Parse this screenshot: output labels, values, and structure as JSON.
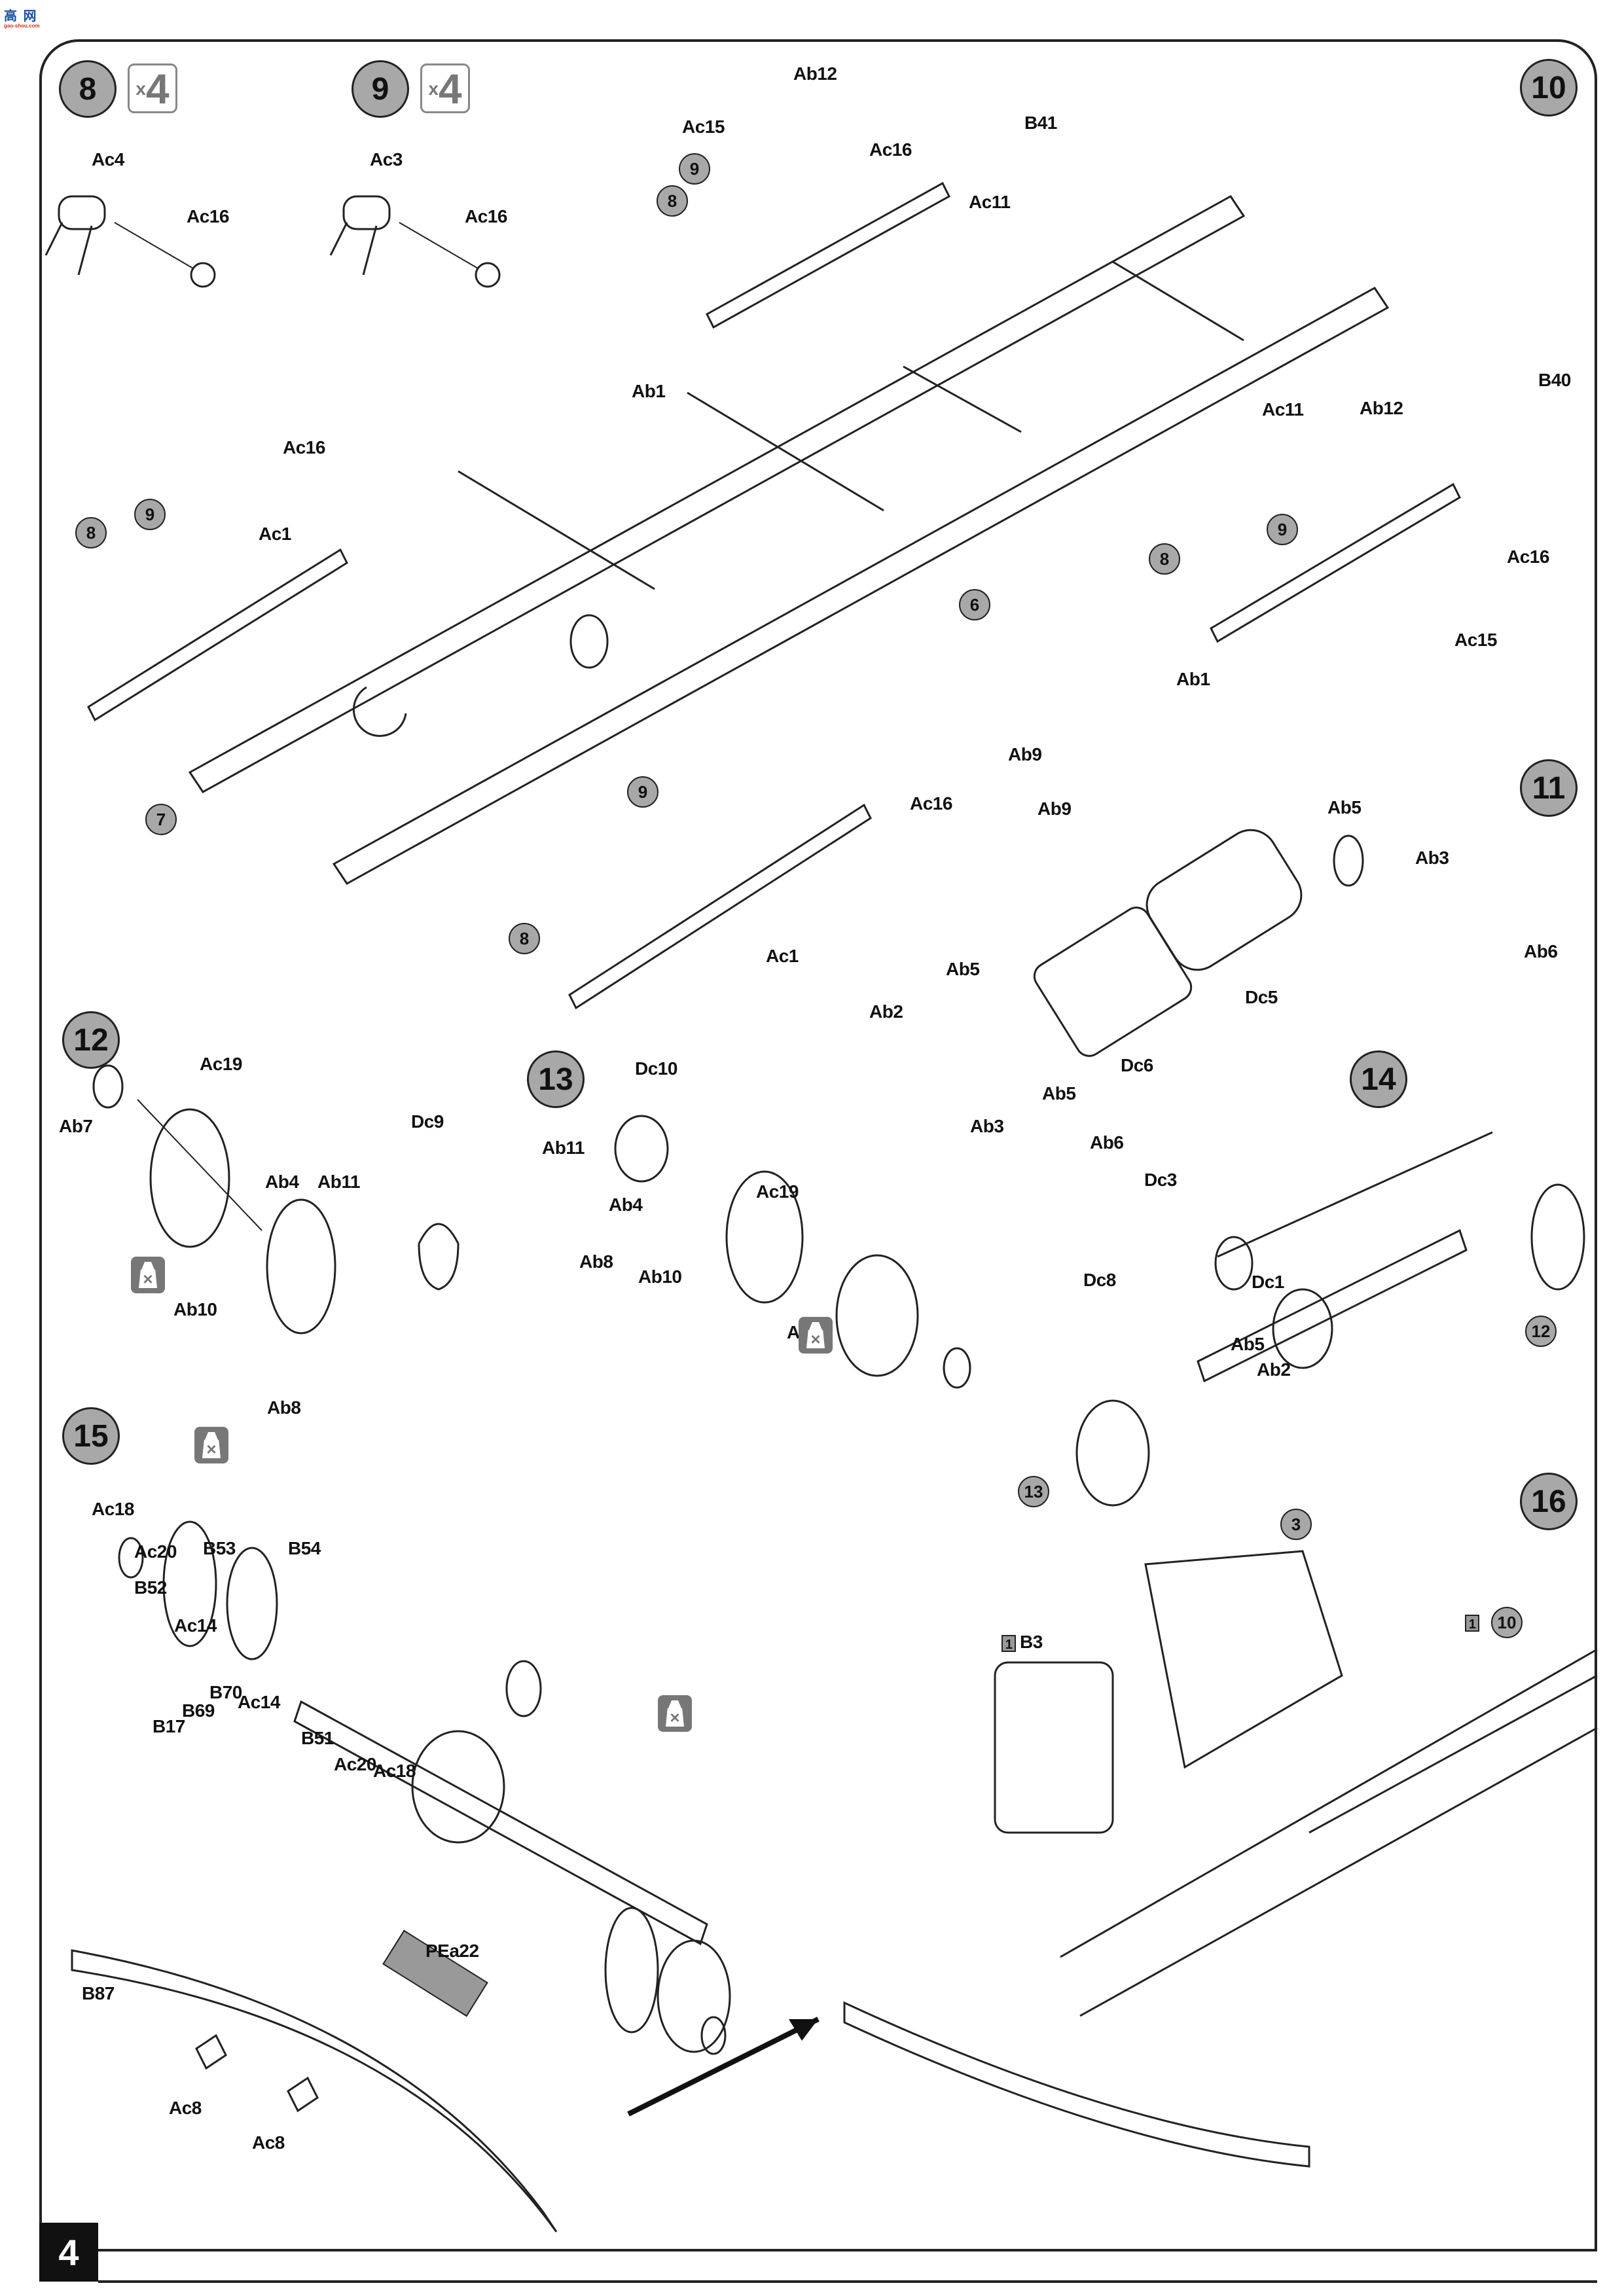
{
  "watermark": {
    "logo_text": "高 网",
    "url": "gao-shou.com"
  },
  "page_number": "4",
  "steps": [
    {
      "number": "8",
      "quantity_prefix": "x",
      "quantity": "4",
      "labels": [
        "Ac4",
        "Ac16"
      ]
    },
    {
      "number": "9",
      "quantity_prefix": "x",
      "quantity": "4",
      "labels": [
        "Ac3",
        "Ac16"
      ]
    },
    {
      "number": "10",
      "labels": [
        "Ab12",
        "Ac15",
        "Ac16",
        "B41",
        "Ac11",
        "Ab1",
        "B40",
        "Ac11",
        "Ab12",
        "Ac16",
        "Ac15",
        "Ab1",
        "Ac16",
        "Ac1",
        "Ac16",
        "Ac1"
      ],
      "sub_refs": [
        "8",
        "9",
        "8",
        "9",
        "8",
        "9",
        "8",
        "9",
        "6",
        "7"
      ]
    },
    {
      "number": "11",
      "labels": [
        "Ab9",
        "Ab9",
        "Ab5",
        "Ab3",
        "Dc5",
        "Ab5",
        "Ab2",
        "Dc6",
        "Ab5",
        "Ab3"
      ]
    },
    {
      "number": "12",
      "labels": [
        "Ac19",
        "Ab7",
        "Dc9",
        "Ab4",
        "Ab11",
        "Ab10",
        "Ab8"
      ],
      "no_glue_icons": 1
    },
    {
      "number": "13",
      "labels": [
        "Dc10",
        "Ab11",
        "Ab4",
        "Ab8",
        "Ab10",
        "Ac19",
        "Ab7"
      ],
      "no_glue_icons": 1
    },
    {
      "number": "14",
      "labels": [
        "Ab6",
        "Ab6",
        "Dc3",
        "Dc8",
        "Dc1",
        "Ab5",
        "Ab2"
      ],
      "sub_refs": [
        "12",
        "13"
      ]
    },
    {
      "number": "15",
      "labels": [
        "Ac18",
        "Ac20",
        "B52",
        "B53",
        "B54",
        "Ac14",
        "B70",
        "Ac14",
        "B69",
        "B17",
        "B51",
        "Ac20",
        "Ac18"
      ],
      "no_glue_icons": 2
    },
    {
      "number": "16",
      "labels": [
        "B3",
        "3",
        "10"
      ],
      "paint_refs": [
        "1",
        "1"
      ]
    }
  ],
  "bumper": {
    "labels": [
      "B87",
      "PEa22",
      "Ac8",
      "Ac8"
    ]
  },
  "callouts": {
    "s8": {
      "ac4": "Ac4",
      "ac16": "Ac16"
    },
    "s9": {
      "ac3": "Ac3",
      "ac16": "Ac16"
    },
    "s10": {
      "ab12_top": "Ab12",
      "ac15_top": "Ac15",
      "ac16_top": "Ac16",
      "b41": "B41",
      "ac11_top": "Ac11",
      "ab1_top": "Ab1",
      "b40": "B40",
      "ac11_right": "Ac11",
      "ab12_right": "Ab12",
      "ac16_right": "Ac16",
      "ac15_right": "Ac15",
      "ab1_right": "Ab1",
      "ac16_left": "Ac16",
      "ac1_left": "Ac1",
      "ac16_bottom": "Ac16",
      "ac1_bottom": "Ac1"
    },
    "s11": {
      "ab9_a": "Ab9",
      "ab9_b": "Ab9",
      "ab5_a": "Ab5",
      "ab3_a": "Ab3",
      "dc5": "Dc5",
      "ab5_b": "Ab5",
      "ab2": "Ab2",
      "dc6": "Dc6",
      "ab5_c": "Ab5",
      "ab3_b": "Ab3"
    },
    "s12": {
      "ac19": "Ac19",
      "ab7": "Ab7",
      "dc9": "Dc9",
      "ab4": "Ab4",
      "ab11": "Ab11",
      "ab10": "Ab10",
      "ab8": "Ab8"
    },
    "s13": {
      "dc10": "Dc10",
      "ab11": "Ab11",
      "ab4": "Ab4",
      "ab8": "Ab8",
      "ab10": "Ab10",
      "ac19": "Ac19",
      "ab7": "Ab7"
    },
    "s14": {
      "ab6_a": "Ab6",
      "ab6_b": "Ab6",
      "dc3": "Dc3",
      "dc8": "Dc8",
      "dc1": "Dc1",
      "ab5": "Ab5",
      "ab2": "Ab2"
    },
    "s15": {
      "ac18_a": "Ac18",
      "ac20_a": "Ac20",
      "b52": "B52",
      "b53": "B53",
      "b54": "B54",
      "ac14_a": "Ac14",
      "b70": "B70",
      "ac14_b": "Ac14",
      "b69": "B69",
      "b17": "B17",
      "b51": "B51",
      "ac20_b": "Ac20",
      "ac18_b": "Ac18"
    },
    "s16": {
      "b3": "B3",
      "paint_b3": "1",
      "paint_10": "1"
    },
    "bumper": {
      "b87": "B87",
      "pea22": "PEa22",
      "ac8_a": "Ac8",
      "ac8_b": "Ac8"
    }
  },
  "subrefs": {
    "s10_8a": "8",
    "s10_9a": "9",
    "s10_8b": "8",
    "s10_9b": "9",
    "s10_8c": "8",
    "s10_9c": "9",
    "s10_8d": "8",
    "s10_9d": "9",
    "s10_6": "6",
    "s10_7": "7",
    "s14_12": "12",
    "s14_13": "13",
    "s16_3": "3",
    "s16_10": "10"
  },
  "colors": {
    "step_badge": "#a8a8a8",
    "quantity_badge": "#777777",
    "no_glue_icon": "#777777",
    "decal": "#999999",
    "line": "#222222"
  }
}
